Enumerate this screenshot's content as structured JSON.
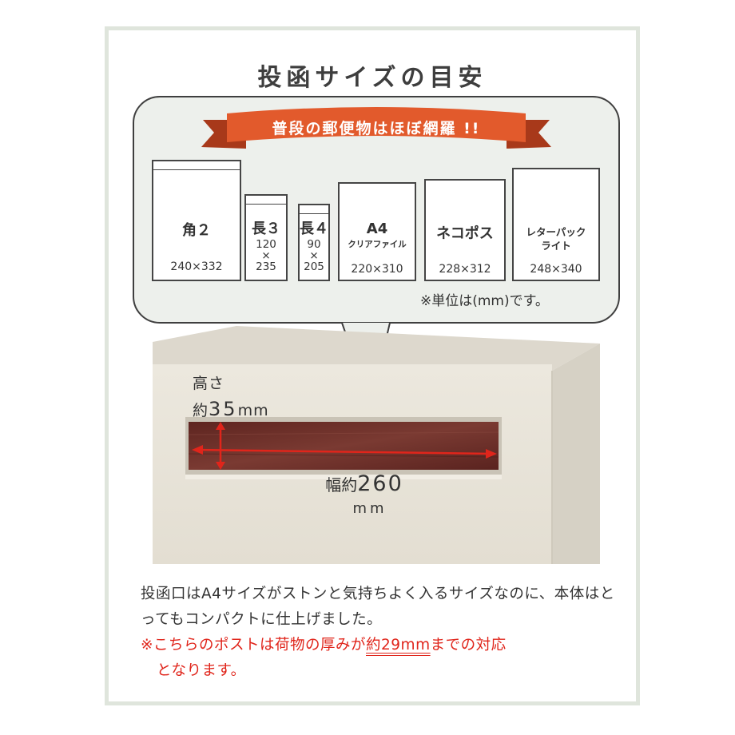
{
  "title": "投函サイズの目安",
  "ribbon": "普段の郵便物はほぼ網羅 !!",
  "items": [
    {
      "name": "角２",
      "dims": "240×332"
    },
    {
      "name": "長３",
      "dim_w": "120",
      "times": "×",
      "dim_h": "235"
    },
    {
      "name": "長４",
      "dim_w": "90",
      "times": "×",
      "dim_h": "205"
    },
    {
      "name": "A4",
      "sub": "クリアファイル",
      "dims": "220×310"
    },
    {
      "name": "ネコポス",
      "dims": "228×312"
    },
    {
      "name_line1": "レターパック",
      "name_line2": "ライト",
      "dims": "248×340"
    }
  ],
  "unit_note": "※単位は(mm)です。",
  "height": {
    "label": "高さ",
    "prefix": "約",
    "value": "35",
    "unit": "mm"
  },
  "width": {
    "label": "幅約",
    "value": "260",
    "unit": "mm"
  },
  "description": "投函口はA4サイズがストンと気持ちよく入るサイズなのに、本体はとってもコンパクトに仕上げました。",
  "note": {
    "pre": "※こちらのポストは荷物の厚みが",
    "highlight": "約29mm",
    "post": "までの対応",
    "line2": "となります。"
  },
  "colors": {
    "ribbon": "#e25a2c",
    "ribbon_dark": "#a8391a",
    "bubble_bg": "#edf0ec",
    "frame": "#dfe5dc",
    "product_body": "#e8e3d8",
    "wood": "#6f2e28",
    "accent_red": "#e0251b"
  }
}
